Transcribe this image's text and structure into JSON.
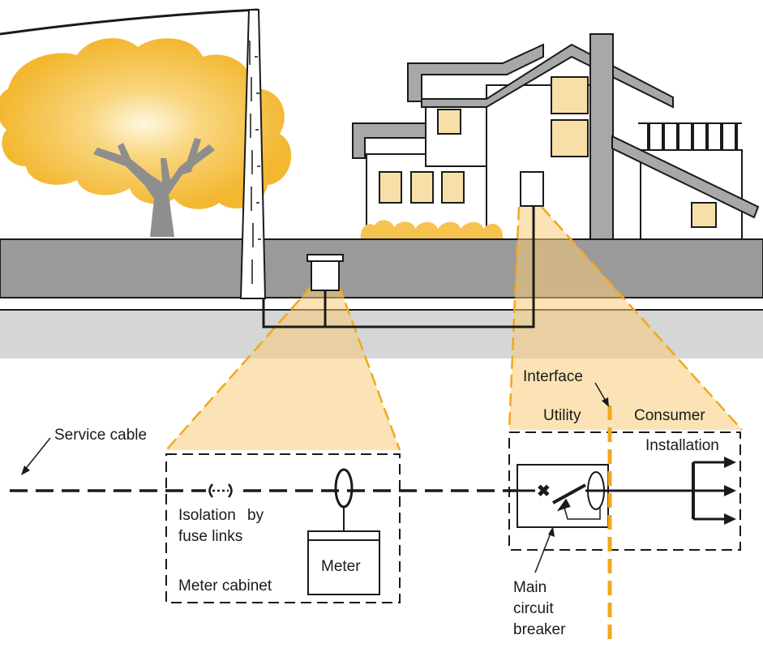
{
  "labels": {
    "service_cable": "Service cable",
    "isolation_line1": "Isolation",
    "isolation_line2": "by",
    "isolation_line3": "fuse links",
    "meter": "Meter",
    "meter_cabinet": "Meter cabinet",
    "interface": "Interface",
    "utility": "Utility",
    "consumer": "Consumer",
    "installation": "Installation",
    "mcb_line1": "Main",
    "mcb_line2": "circuit",
    "mcb_line3": "breaker"
  },
  "colors": {
    "accent_orange": "#f0a81e",
    "foliage_yellow": "#f6c350",
    "beam_fill": "#f9dca4",
    "window_fill": "#f8dfa8",
    "road_gray": "#9a9a9a",
    "house_gray": "#a8a8a8",
    "ground_gray": "#d6d6d6",
    "line_dark": "#1a1a1a"
  }
}
